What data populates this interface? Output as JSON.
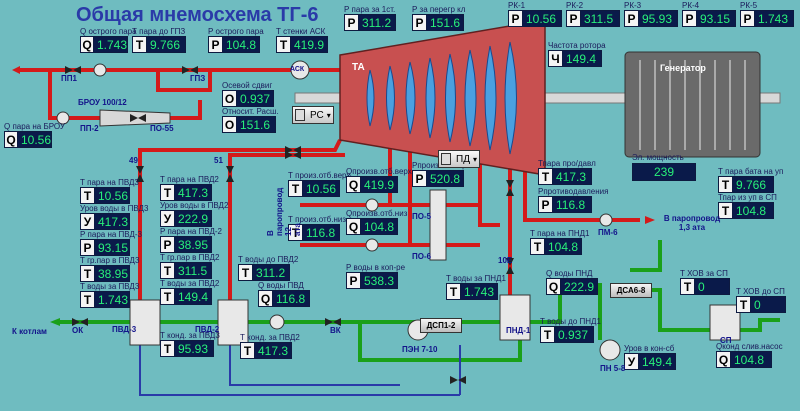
{
  "title": "Общая мнемосхема ТГ-6",
  "params": [
    {
      "id": "q-ostr-para",
      "label": "Q острого пара",
      "prefix": "Q",
      "value": "1.743"
    },
    {
      "id": "t-pr-gpz",
      "label": "Т пара до ГПЗ",
      "prefix": "Т",
      "value": "9.766"
    },
    {
      "id": "p-ostr-para",
      "label": "Р острого пара",
      "prefix": "Р",
      "value": "104.8"
    },
    {
      "id": "t-stenki-ask",
      "label": "Т стенки АСК",
      "prefix": "Т",
      "value": "419.9"
    },
    {
      "id": "p-za-1st",
      "label": "Р пара за 1ст.",
      "prefix": "Р",
      "value": "311.2"
    },
    {
      "id": "p-za-pereg",
      "label": "Р за перегр кл",
      "prefix": "Р",
      "value": "151.6"
    },
    {
      "id": "rk1",
      "label": "РК-1",
      "prefix": "Р",
      "value": "10.56"
    },
    {
      "id": "rk2",
      "label": "РК-2",
      "prefix": "Р",
      "value": "311.5"
    },
    {
      "id": "rk3",
      "label": "РК-3",
      "prefix": "Р",
      "value": "95.93"
    },
    {
      "id": "rk4",
      "label": "РК-4",
      "prefix": "Р",
      "value": "93.15"
    },
    {
      "id": "rk5",
      "label": "РК-5",
      "prefix": "Р",
      "value": "1.743"
    },
    {
      "id": "chastota",
      "label": "Частота ротора",
      "prefix": "Ч",
      "value": "149.4"
    },
    {
      "id": "osevoy-sdvig",
      "label": "Осевой сдвиг",
      "prefix": "О",
      "value": "0.937"
    },
    {
      "id": "otnosit-rassh",
      "label": "Относит. Расш.",
      "prefix": "О",
      "value": "151.6"
    },
    {
      "id": "q-na-brou",
      "label": "Q пара на БРОУ",
      "prefix": "Q",
      "value": "10.56"
    },
    {
      "id": "t-na-pvd3",
      "label": "Т пара на ПВД3",
      "prefix": "Т",
      "value": "10.56"
    },
    {
      "id": "ur-pvd3",
      "label": "Уров воды в ПВД3",
      "prefix": "У",
      "value": "417.3"
    },
    {
      "id": "p-na-pvd3",
      "label": "Р пара на ПВД-3",
      "prefix": "Р",
      "value": "93.15"
    },
    {
      "id": "t-gr-pvd3",
      "label": "Т гр.пар в ПВД3",
      "prefix": "Т",
      "value": "38.95"
    },
    {
      "id": "t-vody-za-pvd3",
      "label": "Т воды за ПВД3",
      "prefix": "Т",
      "value": "1.743"
    },
    {
      "id": "t-na-pvd2",
      "label": "Т пара на ПВД2",
      "prefix": "Т",
      "value": "417.3"
    },
    {
      "id": "ur-pvd2",
      "label": "Уров воды в ПВД2",
      "prefix": "У",
      "value": "222.9"
    },
    {
      "id": "p-na-pvd2",
      "label": "Р пара на ПВД-2",
      "prefix": "Р",
      "value": "38.95"
    },
    {
      "id": "t-gr-pvd2",
      "label": "Т гр.пар в ПВД2",
      "prefix": "Т",
      "value": "311.5"
    },
    {
      "id": "t-vody-za-pvd2",
      "label": "Т воды за ПВД2",
      "prefix": "Т",
      "value": "149.4"
    },
    {
      "id": "t-vody-do-pvd2",
      "label": "Т воды до ПВД2",
      "prefix": "Т",
      "value": "311.2"
    },
    {
      "id": "q-vody-pvd",
      "label": "Q воды ПВД",
      "prefix": "Q",
      "value": "116.8"
    },
    {
      "id": "t-kond-pvd3",
      "label": "Т конд. за ПВД3",
      "prefix": "Т",
      "value": "95.93"
    },
    {
      "id": "t-kond-pvd2",
      "label": "Т конд. за ПВД2",
      "prefix": "Т",
      "value": "417.3"
    },
    {
      "id": "t-proiz-verh",
      "label": "Т произ.отб.верх",
      "prefix": "Т",
      "value": "10.56"
    },
    {
      "id": "q-proiz-verh",
      "label": "Qпроизв.отб.верх",
      "prefix": "Q",
      "value": "419.9"
    },
    {
      "id": "p-proiz-otb",
      "label": "Рпроизв.отбора",
      "prefix": "Р",
      "value": "520.8"
    },
    {
      "id": "t-proiz-niz",
      "label": "Т произ.отб.низ",
      "prefix": "Т",
      "value": "116.8"
    },
    {
      "id": "q-proiz-niz",
      "label": "Qпроизв.отб.низ",
      "prefix": "Q",
      "value": "104.8"
    },
    {
      "id": "t-pro-davl",
      "label": "Тпара про/давл",
      "prefix": "Т",
      "value": "417.3"
    },
    {
      "id": "p-prot-davl",
      "label": "Рпротиводавления",
      "prefix": "Р",
      "value": "116.8"
    },
    {
      "id": "t-na-pnd1",
      "label": "Т пара на ПНД1",
      "prefix": "Т",
      "value": "104.8"
    },
    {
      "id": "p-vody-kpe",
      "label": "Р воды в коп-ре",
      "prefix": "Р",
      "value": "538.3"
    },
    {
      "id": "t-vody-za-pnd1",
      "label": "Т воды за ПНД1",
      "prefix": "Т",
      "value": "1.743"
    },
    {
      "id": "q-vody-pnd",
      "label": "Q воды ПНД",
      "prefix": "Q",
      "value": "222.9"
    },
    {
      "id": "t-vody-do-pnd1",
      "label": "Т воды до ПНД1",
      "prefix": "Т",
      "value": "0.937"
    },
    {
      "id": "t-hov-za-sp",
      "label": "Т ХОВ за СП",
      "prefix": "Т",
      "value": "0"
    },
    {
      "id": "t-hov-do-sp",
      "label": "Т ХОВ до СП",
      "prefix": "Т",
      "value": "0"
    },
    {
      "id": "t-bata-up",
      "label": "Т пара бата на уп",
      "prefix": "Т",
      "value": "9.766"
    },
    {
      "id": "t-iz-up-sp",
      "label": "Тпар из уп в СП",
      "prefix": "Т",
      "value": "104.8"
    },
    {
      "id": "ur-kon-sb",
      "label": "Уров в кон-сб",
      "prefix": "У",
      "value": "149.4"
    },
    {
      "id": "q-kond-sliv",
      "label": "Qконд слив.насос",
      "prefix": "Q",
      "value": "104.8"
    }
  ],
  "power": {
    "label": "Эл. мощность",
    "value": "239"
  },
  "controls": {
    "rs": "РС",
    "pd": "ПД"
  },
  "labels": {
    "turbine": "ТА",
    "generator": "Генератор",
    "brou": "БРОУ 100/12",
    "to_boilers": "К котлам",
    "to_steam_12": "В паропровод 12 ата",
    "to_steam_13": "В паропровод 1,3 ата",
    "ask": "АСК",
    "pp1": "ПП1",
    "pp2": "ПП-2",
    "gpz": "ГПЗ",
    "po55": "ПО-55",
    "po5": "ПО-5",
    "po6": "ПО-6",
    "pm6": "ПМ-6",
    "pvd3": "ПВД-3",
    "pvd2": "ПВД-2",
    "ok": "ОК",
    "vk": "ВК",
    "pen": "ПЭН 7-10",
    "dsp": "ДСП1-2",
    "pnd1": "ПНД-1",
    "pn": "ПН 5-8",
    "dsa": "ДСА6-8",
    "sp": "СП",
    "n49": "49",
    "n51": "51",
    "n10": "10Е"
  }
}
